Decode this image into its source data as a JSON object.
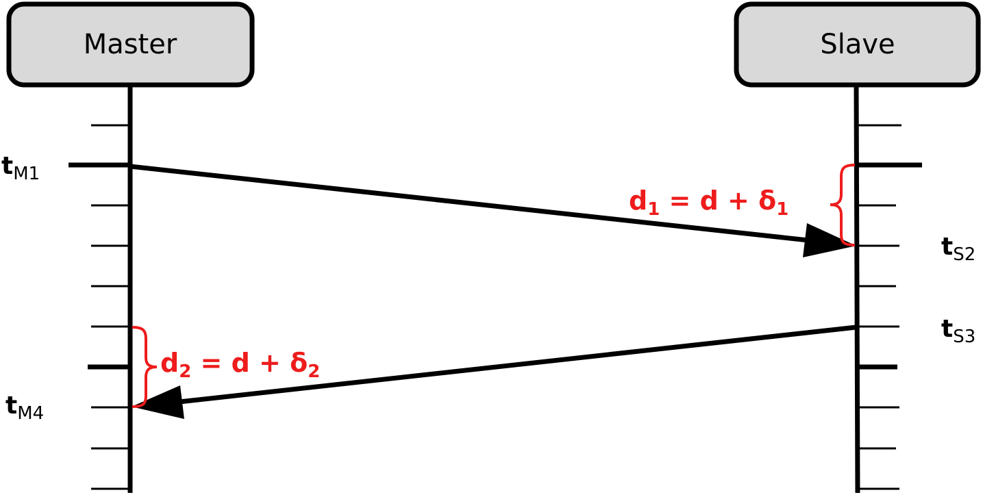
{
  "participants": {
    "master": "Master",
    "slave": "Slave"
  },
  "timestamps": {
    "t_m1": {
      "base": "t",
      "sub": "M1"
    },
    "t_m4": {
      "base": "t",
      "sub": "M4"
    },
    "t_s2": {
      "base": "t",
      "sub": "S2"
    },
    "t_s3": {
      "base": "t",
      "sub": "S3"
    }
  },
  "delays": {
    "d1": {
      "lhs": "d",
      "lhs_sub": "1",
      "mid": " = d + δ",
      "rhs_sub": "1"
    },
    "d2": {
      "lhs": "d",
      "lhs_sub": "2",
      "mid": " = d + δ",
      "rhs_sub": "2"
    }
  },
  "colors": {
    "line": "#000000",
    "box_fill": "#d9d9d9",
    "annotation": "#ee1c1c"
  }
}
